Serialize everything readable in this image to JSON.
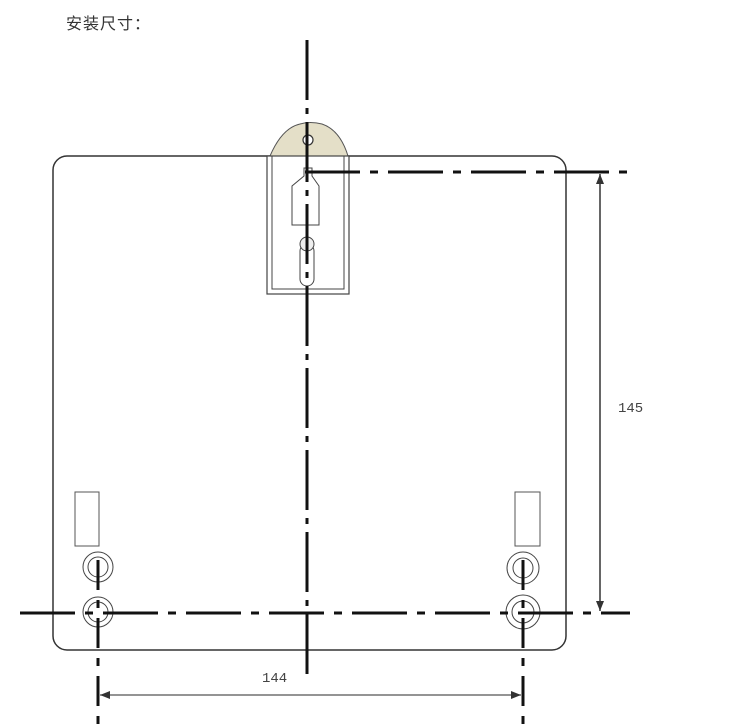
{
  "title": "安装尺寸：",
  "dimensions": {
    "vertical": {
      "label": "145",
      "from": "top hanging slot",
      "to": "bottom mounting holes"
    },
    "horizontal": {
      "label": "144",
      "from": "left mounting hole",
      "to": "right mounting hole"
    }
  },
  "parts": {
    "board": "meter-back-plate",
    "hanger": "top-hanging-bracket",
    "left_mount": "left-mounting-hole",
    "right_mount": "right-mounting-hole"
  },
  "colors": {
    "line": "#1a1a1a",
    "thin_line": "#555555",
    "hanger_fill": "#e4dfc8"
  }
}
